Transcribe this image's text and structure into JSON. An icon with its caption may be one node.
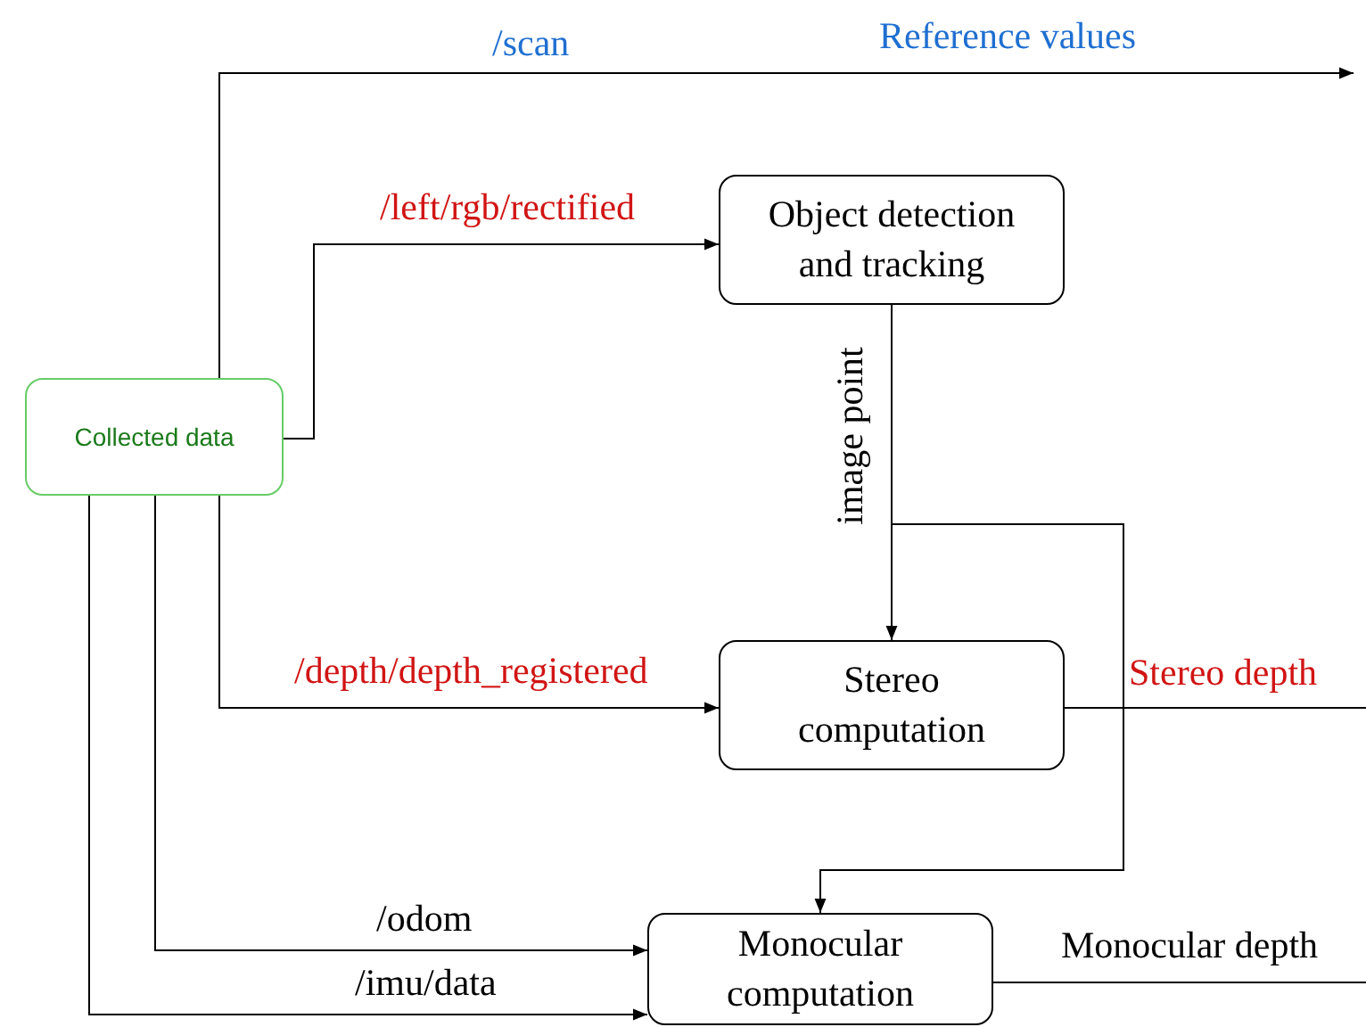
{
  "diagram": {
    "nodes": [
      {
        "text": [
          "Collected data"
        ]
      },
      {
        "text": [
          "Object detection and tracking"
        ]
      },
      {
        "text": [
          "Stereo computation"
        ]
      },
      {
        "text": [
          "Monocular computation"
        ]
      }
    ],
    "edges": [
      {
        "from": 0,
        "to": null,
        "arrow": "to",
        "label": "/scan"
      },
      {
        "from": 0,
        "to": 1,
        "arrow": "to",
        "label": "/left/rgb/rectified"
      },
      {
        "from": 1,
        "to": 2,
        "arrow": "to",
        "label": "image point"
      },
      {
        "from": 1,
        "to": 3,
        "arrow": "to"
      },
      {
        "from": 0,
        "to": 2,
        "arrow": "to",
        "label": "/depth/depth_registered"
      },
      {
        "from": 2,
        "to": null,
        "arrow": "none",
        "label": "Stereo depth"
      },
      {
        "from": 0,
        "to": 3,
        "arrow": "to",
        "label": "/odom"
      },
      {
        "from": 0,
        "to": 3,
        "arrow": "to",
        "label": "/imu/data"
      },
      {
        "from": 3,
        "to": null,
        "arrow": "none",
        "label": "Monocular depth"
      }
    ],
    "labels": [
      "Reference values"
    ]
  }
}
